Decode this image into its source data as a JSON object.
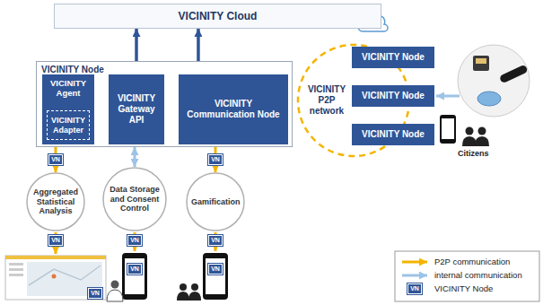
{
  "diagram": {
    "nodes": [
      {
        "text": [
          "VICINITY Cloud"
        ]
      },
      {
        "text": [
          "VICINITY Node"
        ]
      },
      {
        "text": [
          "VICINITY Agent"
        ],
        "in": 1
      },
      {
        "text": [
          "VICINITY Adapter"
        ],
        "in": 2
      },
      {
        "text": [
          "VICINITY Gateway API"
        ],
        "in": 1
      },
      {
        "text": [
          "VICINITY Communication Node"
        ],
        "in": 1
      },
      {
        "text": [
          "VICINITY P2P network"
        ]
      },
      {
        "text": [
          "VICINITY Node"
        ]
      },
      {
        "text": [
          "VICINITY Node"
        ]
      },
      {
        "text": [
          "VICINITY Node"
        ]
      },
      {
        "text": [
          "Aggregated Statistical Analysis"
        ]
      },
      {
        "text": [
          "Data Storage and Consent Control"
        ]
      },
      {
        "text": [
          "Gamification"
        ]
      }
    ],
    "edges": [
      {
        "from": 4,
        "to": 0,
        "arrow": "both"
      },
      {
        "from": 5,
        "to": 0,
        "arrow": "both"
      },
      {
        "from": 2,
        "to": 4,
        "arrow": "both"
      },
      {
        "from": 4,
        "to": 5,
        "arrow": "both"
      },
      {
        "from": 1,
        "to": 10,
        "arrow": "to",
        "label": "VN"
      },
      {
        "from": 1,
        "to": 11,
        "arrow": "both"
      },
      {
        "from": 1,
        "to": 12,
        "arrow": "to",
        "label": "VN"
      }
    ],
    "labels": [
      "Citizens",
      "VN",
      "VN",
      "VN",
      "VN",
      "VN",
      "VN",
      "VN"
    ],
    "legend": [
      {
        "text": "P2P communication"
      },
      {
        "text": "internal communication"
      },
      {
        "text": "VICINITY Node"
      }
    ]
  }
}
